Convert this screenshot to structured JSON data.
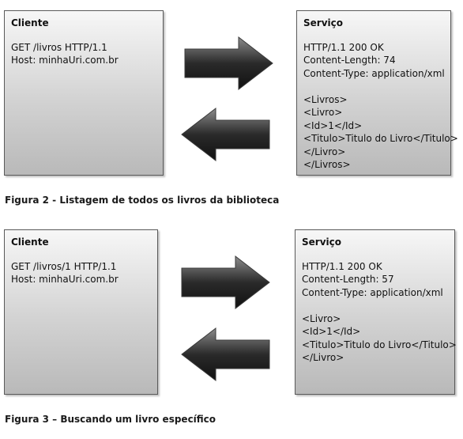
{
  "figure2": {
    "client": {
      "title": "Cliente",
      "lines": [
        "GET /livros HTTP/1.1",
        "Host: minhaUri.com.br"
      ]
    },
    "service": {
      "title": "Serviço",
      "headers": [
        "HTTP/1.1 200 OK",
        "Content-Length: 74",
        "Content-Type: application/xml"
      ],
      "body": [
        "<Livros>",
        "<Livro>",
        "<Id>1</Id>",
        "<Titulo>Titulo do Livro</Titulo>",
        "</Livro>",
        "</Livros>"
      ]
    },
    "caption": "Figura 2 - Listagem de todos os livros da biblioteca"
  },
  "figure3": {
    "client": {
      "title": "Cliente",
      "lines": [
        "GET /livros/1 HTTP/1.1",
        "Host: minhaUri.com.br"
      ]
    },
    "service": {
      "title": "Serviço",
      "headers": [
        "HTTP/1.1 200 OK",
        "Content-Length: 57",
        "Content-Type: application/xml"
      ],
      "body": [
        "<Livro>",
        "<Id>1</Id>",
        "<Titulo>Titulo do Livro</Titulo>",
        "</Livro>"
      ]
    },
    "caption": "Figura 3 – Buscando um livro específico"
  },
  "colors": {
    "box_border": "#5a5a5a",
    "arrow_dark": "#1e1e1e",
    "arrow_light": "#9a9a9a"
  },
  "icons": [
    "arrow-right-icon",
    "arrow-left-icon"
  ]
}
